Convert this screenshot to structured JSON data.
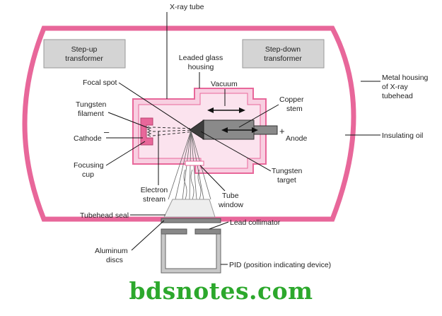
{
  "labels": {
    "xray_tube": "X-ray tube",
    "stepup_1": "Step-up",
    "stepup_2": "transformer",
    "stepdown_1": "Step-down",
    "stepdown_2": "transformer",
    "leaded_1": "Leaded glass",
    "leaded_2": "housing",
    "focal_spot": "Focal spot",
    "vacuum": "Vacuum",
    "copper_1": "Copper",
    "copper_2": "stem",
    "metal_1": "Metal housing",
    "metal_2": "of X-ray",
    "metal_3": "tubehead",
    "tungsten_fil_1": "Tungsten",
    "tungsten_fil_2": "filament",
    "cathode": "Cathode",
    "minus": "–",
    "plus": "+",
    "anode": "Anode",
    "insulating_oil": "Insulating oil",
    "focusing_1": "Focusing",
    "focusing_2": "cup",
    "tungsten_tgt_1": "Tungsten",
    "tungsten_tgt_2": "target",
    "electron_1": "Electron",
    "electron_2": "stream",
    "tube_win_1": "Tube",
    "tube_win_2": "window",
    "tubehead_seal": "Tubehead seal",
    "lead_collimator": "Lead collimator",
    "aluminum_1": "Aluminum",
    "aluminum_2": "discs",
    "pid": "PID (position indicating device)"
  },
  "watermark": "bdsnotes.com",
  "colors": {
    "housing_pink": "#e8679a",
    "tube_fill": "#f8cfe1",
    "transformer_gray": "#d4d4d4",
    "stem_gray": "#8a8a8a",
    "watermark_green": "#2ca82c"
  }
}
